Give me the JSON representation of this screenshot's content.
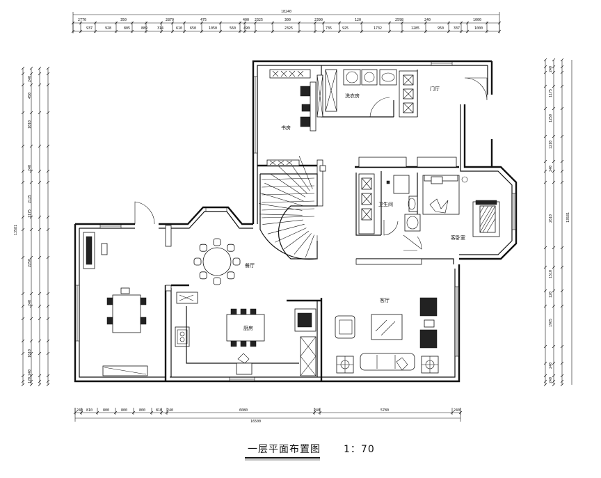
{
  "title": {
    "text": "一层平面布置图",
    "scale": "1：70"
  },
  "rooms": {
    "study": "书房",
    "laundry": "洗衣房",
    "foyer": "门厅",
    "bathroom": "卫生间",
    "guest_bedroom": "客卧室",
    "dining": "餐厅",
    "kitchen": "厨房",
    "living": "客厅"
  },
  "dimensions": {
    "top_total": "18240",
    "top_row1": [
      "2770",
      "350",
      "2870",
      "475",
      "400",
      "2325",
      "300",
      "2390",
      "120",
      "2598",
      "240",
      "1000"
    ],
    "top_row2": [
      "937",
      "928",
      "805",
      "889",
      "314",
      "610",
      "650",
      "1050",
      "560",
      "490",
      "2325",
      "735",
      "925",
      "1732",
      "1285",
      "950",
      "337",
      "1000"
    ],
    "bottom_row1": [
      "240",
      "810",
      "800",
      "800",
      "800",
      "810",
      "240",
      "6080",
      "240",
      "5780",
      "240"
    ],
    "bottom_total": "16500",
    "left_total": "13581",
    "left_segments": [
      "240",
      "450",
      "1010",
      "240",
      "2125",
      "1175",
      "2250",
      "240",
      "1610",
      "240",
      "120"
    ],
    "right_total": "13581",
    "right_segments": [
      "240",
      "1175",
      "1250",
      "1210",
      "240",
      "2610",
      "1510",
      "120",
      "1965",
      "240",
      "240"
    ]
  }
}
